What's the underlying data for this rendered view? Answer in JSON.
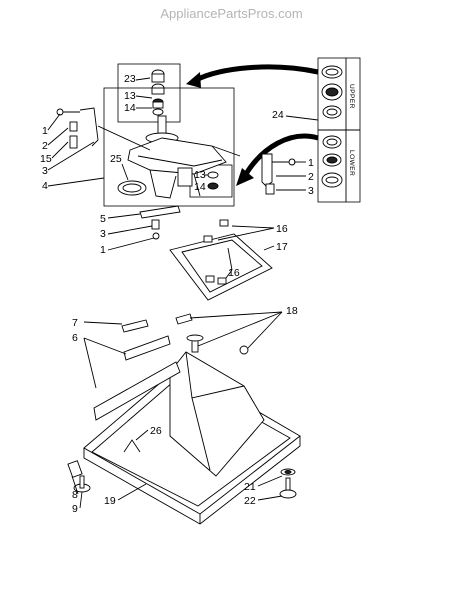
{
  "watermark": "AppliancePartsPros.com",
  "callouts": {
    "c1a": "1",
    "c2a": "2",
    "c15": "15",
    "c3a": "3",
    "c4": "4",
    "c23": "23",
    "c13a": "13",
    "c14a": "14",
    "c25": "25",
    "c13b": "13",
    "c14b": "14",
    "c24": "24",
    "c1b": "1",
    "c2b": "2",
    "c3b": "3",
    "c5": "5",
    "c3c": "3",
    "c1c": "1",
    "c16a": "16",
    "c16b": "16",
    "c17": "17",
    "c7": "7",
    "c6": "6",
    "c18": "18",
    "c26": "26",
    "c8": "8",
    "c9": "9",
    "c19": "19",
    "c21": "21",
    "c22": "22"
  },
  "seal_labels": {
    "upper": "UPPER",
    "lower": "LOWER"
  }
}
